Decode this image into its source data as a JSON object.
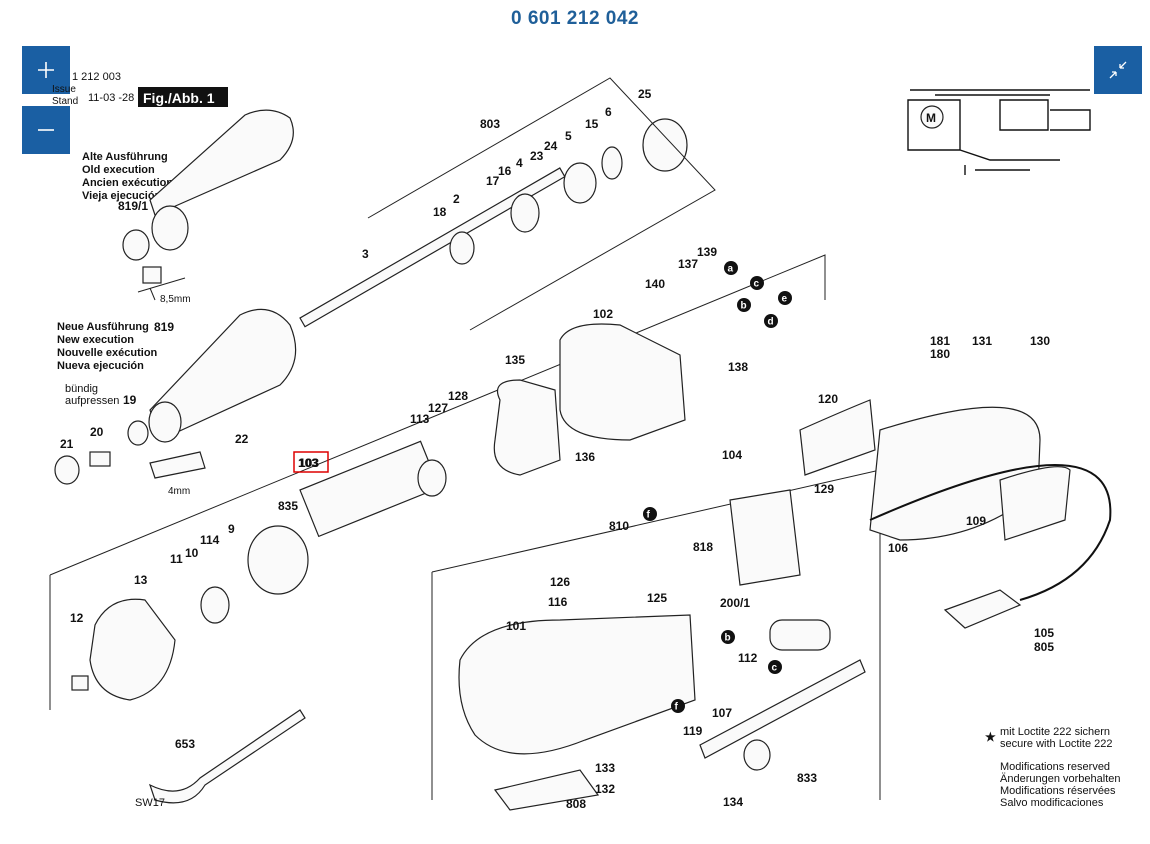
{
  "title": "0 601 212 042",
  "controls": {
    "zoom_in": "+",
    "zoom_out": "−"
  },
  "header": {
    "fig_label": "Fig./Abb. 1",
    "old_number": "1 212 003",
    "issue_label": "Issue",
    "stand_label": "Stand",
    "date": "11-03 -28"
  },
  "old_execution": [
    "Alte Ausführung",
    "Old execution",
    "Ancien exécution",
    "Vieja ejecución"
  ],
  "new_execution": [
    "Neue Ausführung",
    "New execution",
    "Nouvelle exécution",
    "Nueva ejecución"
  ],
  "press_note": [
    "bündig",
    "aufpressen"
  ],
  "dims": {
    "d1": "8,5mm",
    "d2": "4mm"
  },
  "wrench_size": "SW17",
  "highlight_part": "103",
  "wire_letters": [
    "a",
    "b",
    "c",
    "d",
    "e",
    "f"
  ],
  "schematic_motor": "M",
  "loctite_note": [
    "mit Loctite 222 sichern",
    "secure with Loctite 222"
  ],
  "mods_note": [
    "Modifications reserved",
    "Änderungen vorbehalten",
    "Modifications réservées",
    "Salvo modificaciones"
  ],
  "part_labels": [
    "819/1",
    "803",
    "6",
    "25",
    "15",
    "5",
    "24",
    "23",
    "4",
    "16",
    "17",
    "2",
    "18",
    "3",
    "819",
    "19",
    "22",
    "21",
    "20",
    "135",
    "102",
    "139",
    "137",
    "140",
    "138",
    "113",
    "127",
    "128",
    "136",
    "103",
    "835",
    "9",
    "114",
    "10",
    "11",
    "13",
    "12",
    "101",
    "810",
    "126",
    "116",
    "125",
    "818",
    "104",
    "200/1",
    "112",
    "119",
    "107",
    "133",
    "132",
    "808",
    "653",
    "134",
    "833",
    "181",
    "180",
    "131",
    "130",
    "120",
    "129",
    "106",
    "109",
    "105",
    "805"
  ]
}
